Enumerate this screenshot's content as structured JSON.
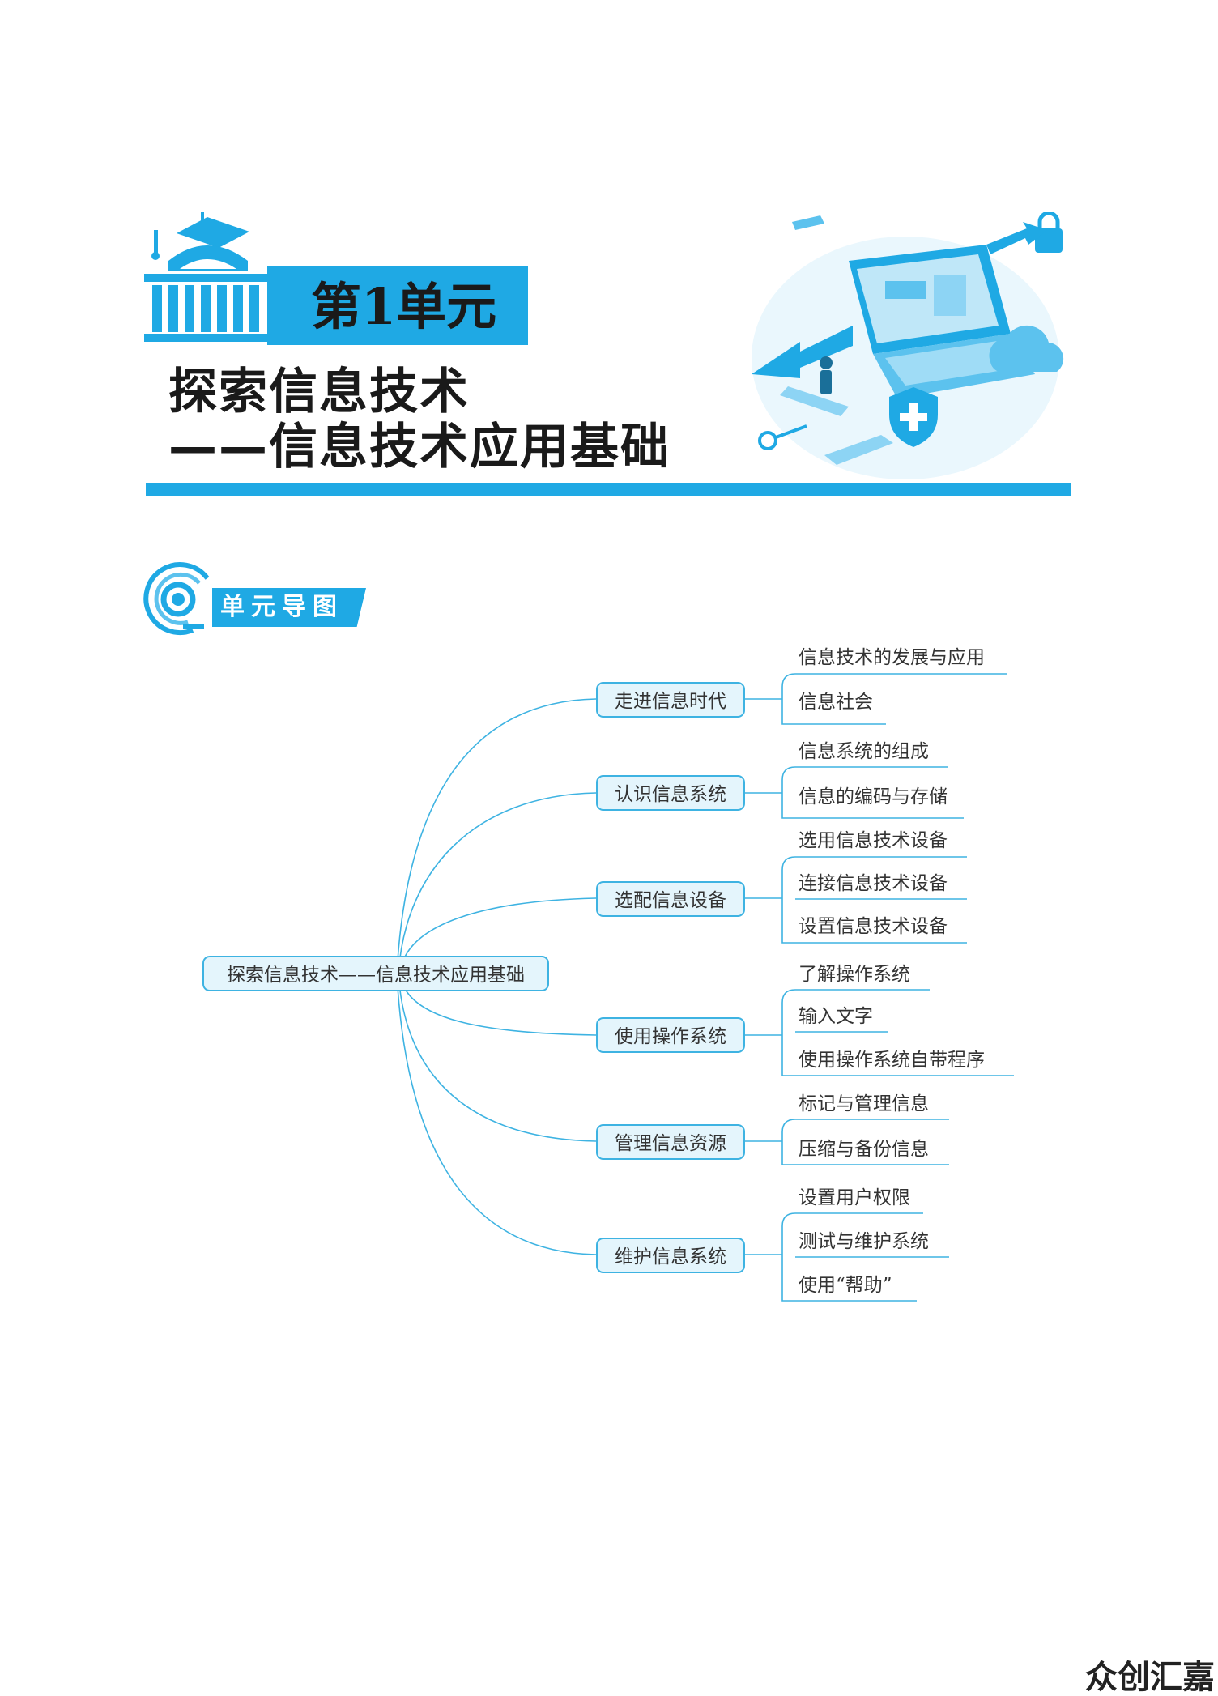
{
  "header": {
    "unit_label": "第1单元",
    "title_line1": "探索信息技术",
    "title_line2": "——信息技术应用基础"
  },
  "section": {
    "label": "单元导图"
  },
  "mindmap": {
    "root": "探索信息技术——信息技术应用基础",
    "branches": [
      {
        "label": "走进信息时代",
        "children": [
          "信息技术的发展与应用",
          "信息社会"
        ]
      },
      {
        "label": "认识信息系统",
        "children": [
          "信息系统的组成",
          "信息的编码与存储"
        ]
      },
      {
        "label": "选配信息设备",
        "children": [
          "选用信息技术设备",
          "连接信息技术设备",
          "设置信息技术设备"
        ]
      },
      {
        "label": "使用操作系统",
        "children": [
          "了解操作系统",
          "输入文字",
          "使用操作系统自带程序"
        ]
      },
      {
        "label": "管理信息资源",
        "children": [
          "标记与管理信息",
          "压缩与备份信息"
        ]
      },
      {
        "label": "维护信息系统",
        "children": [
          "设置用户权限",
          "测试与维护系统",
          "使用“帮助”"
        ]
      }
    ]
  },
  "watermark": "众创汇嘉",
  "colors": {
    "accent": "#1fa9e4",
    "node_fill": "#e4f5fc",
    "node_border": "#3eb3e2"
  }
}
